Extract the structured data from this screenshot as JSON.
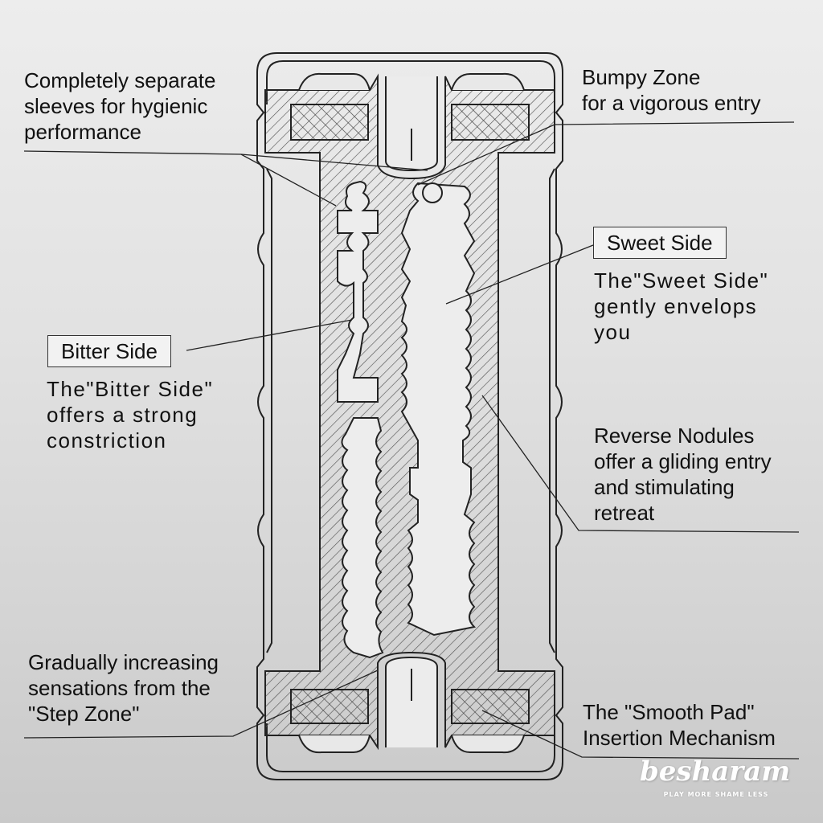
{
  "labels": {
    "separate_sleeves": "Completely separate\nsleeves for hygienic\nperformance",
    "bumpy_zone": "Bumpy Zone\nfor a vigorous entry",
    "sweet_side_title": "Sweet Side",
    "sweet_side_desc": "The\"Sweet Side\"\ngently envelops\nyou",
    "bitter_side_title": "Bitter Side",
    "bitter_side_desc": "The\"Bitter Side\"\noffers a strong\nconstriction",
    "reverse_nodules": "Reverse Nodules\noffer a gliding entry\nand stimulating\nretreat",
    "step_zone": "Gradually increasing\nsensations from the\n\"Step Zone\"",
    "smooth_pad": "The \"Smooth Pad\"\nInsertion Mechanism"
  },
  "watermark": {
    "word": "besharam",
    "tagline": "PLAY MORE SHAME LESS"
  },
  "colors": {
    "line": "#222222",
    "hatch": "#555555",
    "background_top": "#ededed",
    "background_bottom": "#c9c9c9"
  }
}
